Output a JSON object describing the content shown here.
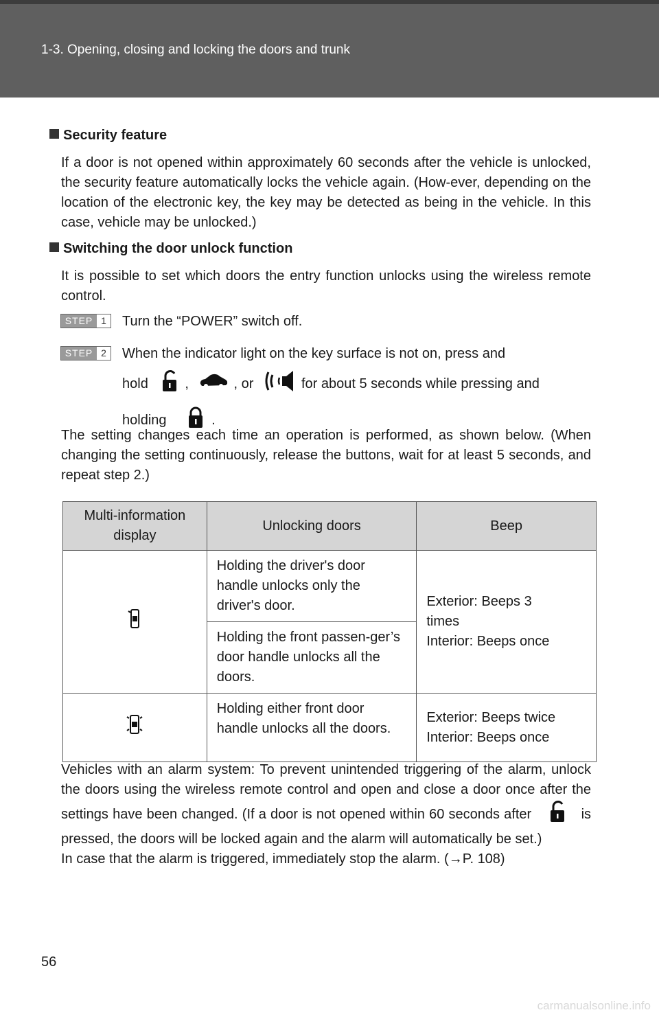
{
  "header": {
    "title": "1-3. Opening, closing and locking the doors and trunk"
  },
  "sections": {
    "security": {
      "heading": "Security feature",
      "body": "If a door is not opened within approximately 60 seconds after the vehicle is unlocked, the security feature automatically locks the vehicle again. (How-ever, depending on the location of the electronic key, the key may be detected as being in the vehicle. In this case, vehicle may be unlocked.)"
    },
    "switching": {
      "heading": "Switching the door unlock function",
      "body": "It is possible to set which doors the entry function unlocks using the wireless remote control."
    }
  },
  "steps": [
    {
      "word": "STEP",
      "number": "1",
      "text": "Turn the “POWER” switch off."
    },
    {
      "word": "STEP",
      "number": "2",
      "line1": "When the indicator light on the key surface is not on, press and",
      "hold": "hold",
      "comma": ",",
      "or": ", or",
      "tail": "for about 5 seconds while pressing and",
      "holding": "holding",
      "period": "."
    }
  ],
  "after_steps": "The setting changes each time an operation is performed, as shown below. (When changing the setting continuously, release the buttons, wait for at least 5 seconds, and repeat step 2.)",
  "table": {
    "headers": [
      "Multi-information display",
      "Unlocking doors",
      "Beep"
    ],
    "rows": [
      {
        "unlock": "Holding the driver's door handle unlocks only the driver's door."
      },
      {
        "unlock": "Holding the front passen-ger’s door handle unlocks all the doors."
      },
      {
        "unlock": "Holding either front door handle unlocks all the doors."
      }
    ],
    "beep1": "Exterior: Beeps 3 times\nInterior: Beeps once",
    "beep2_line1": "Exterior: Beeps twice",
    "beep2_line2": "Interior: Beeps once",
    "beep1_line1": "Exterior: Beeps 3",
    "beep1_line2": "times",
    "beep1_line3": "Interior: Beeps once"
  },
  "alarm_note": {
    "part1": "Vehicles with an alarm system: To prevent unintended triggering of the alarm, unlock the doors using the wireless remote control and open and close a door once after the settings have been changed. (If a door is not opened within 60 seconds after",
    "part2": "is pressed, the doors will be locked again and the alarm will automatically be set.)",
    "line2": "In case that the alarm is triggered, immediately stop the alarm. (→P. 108)"
  },
  "page_number": "56",
  "watermark": "carmanualsonline.info",
  "icons": [
    "unlock-icon",
    "trunk-car-icon",
    "panic-horn-icon",
    "lock-icon",
    "door-single-icon",
    "door-all-icon"
  ]
}
